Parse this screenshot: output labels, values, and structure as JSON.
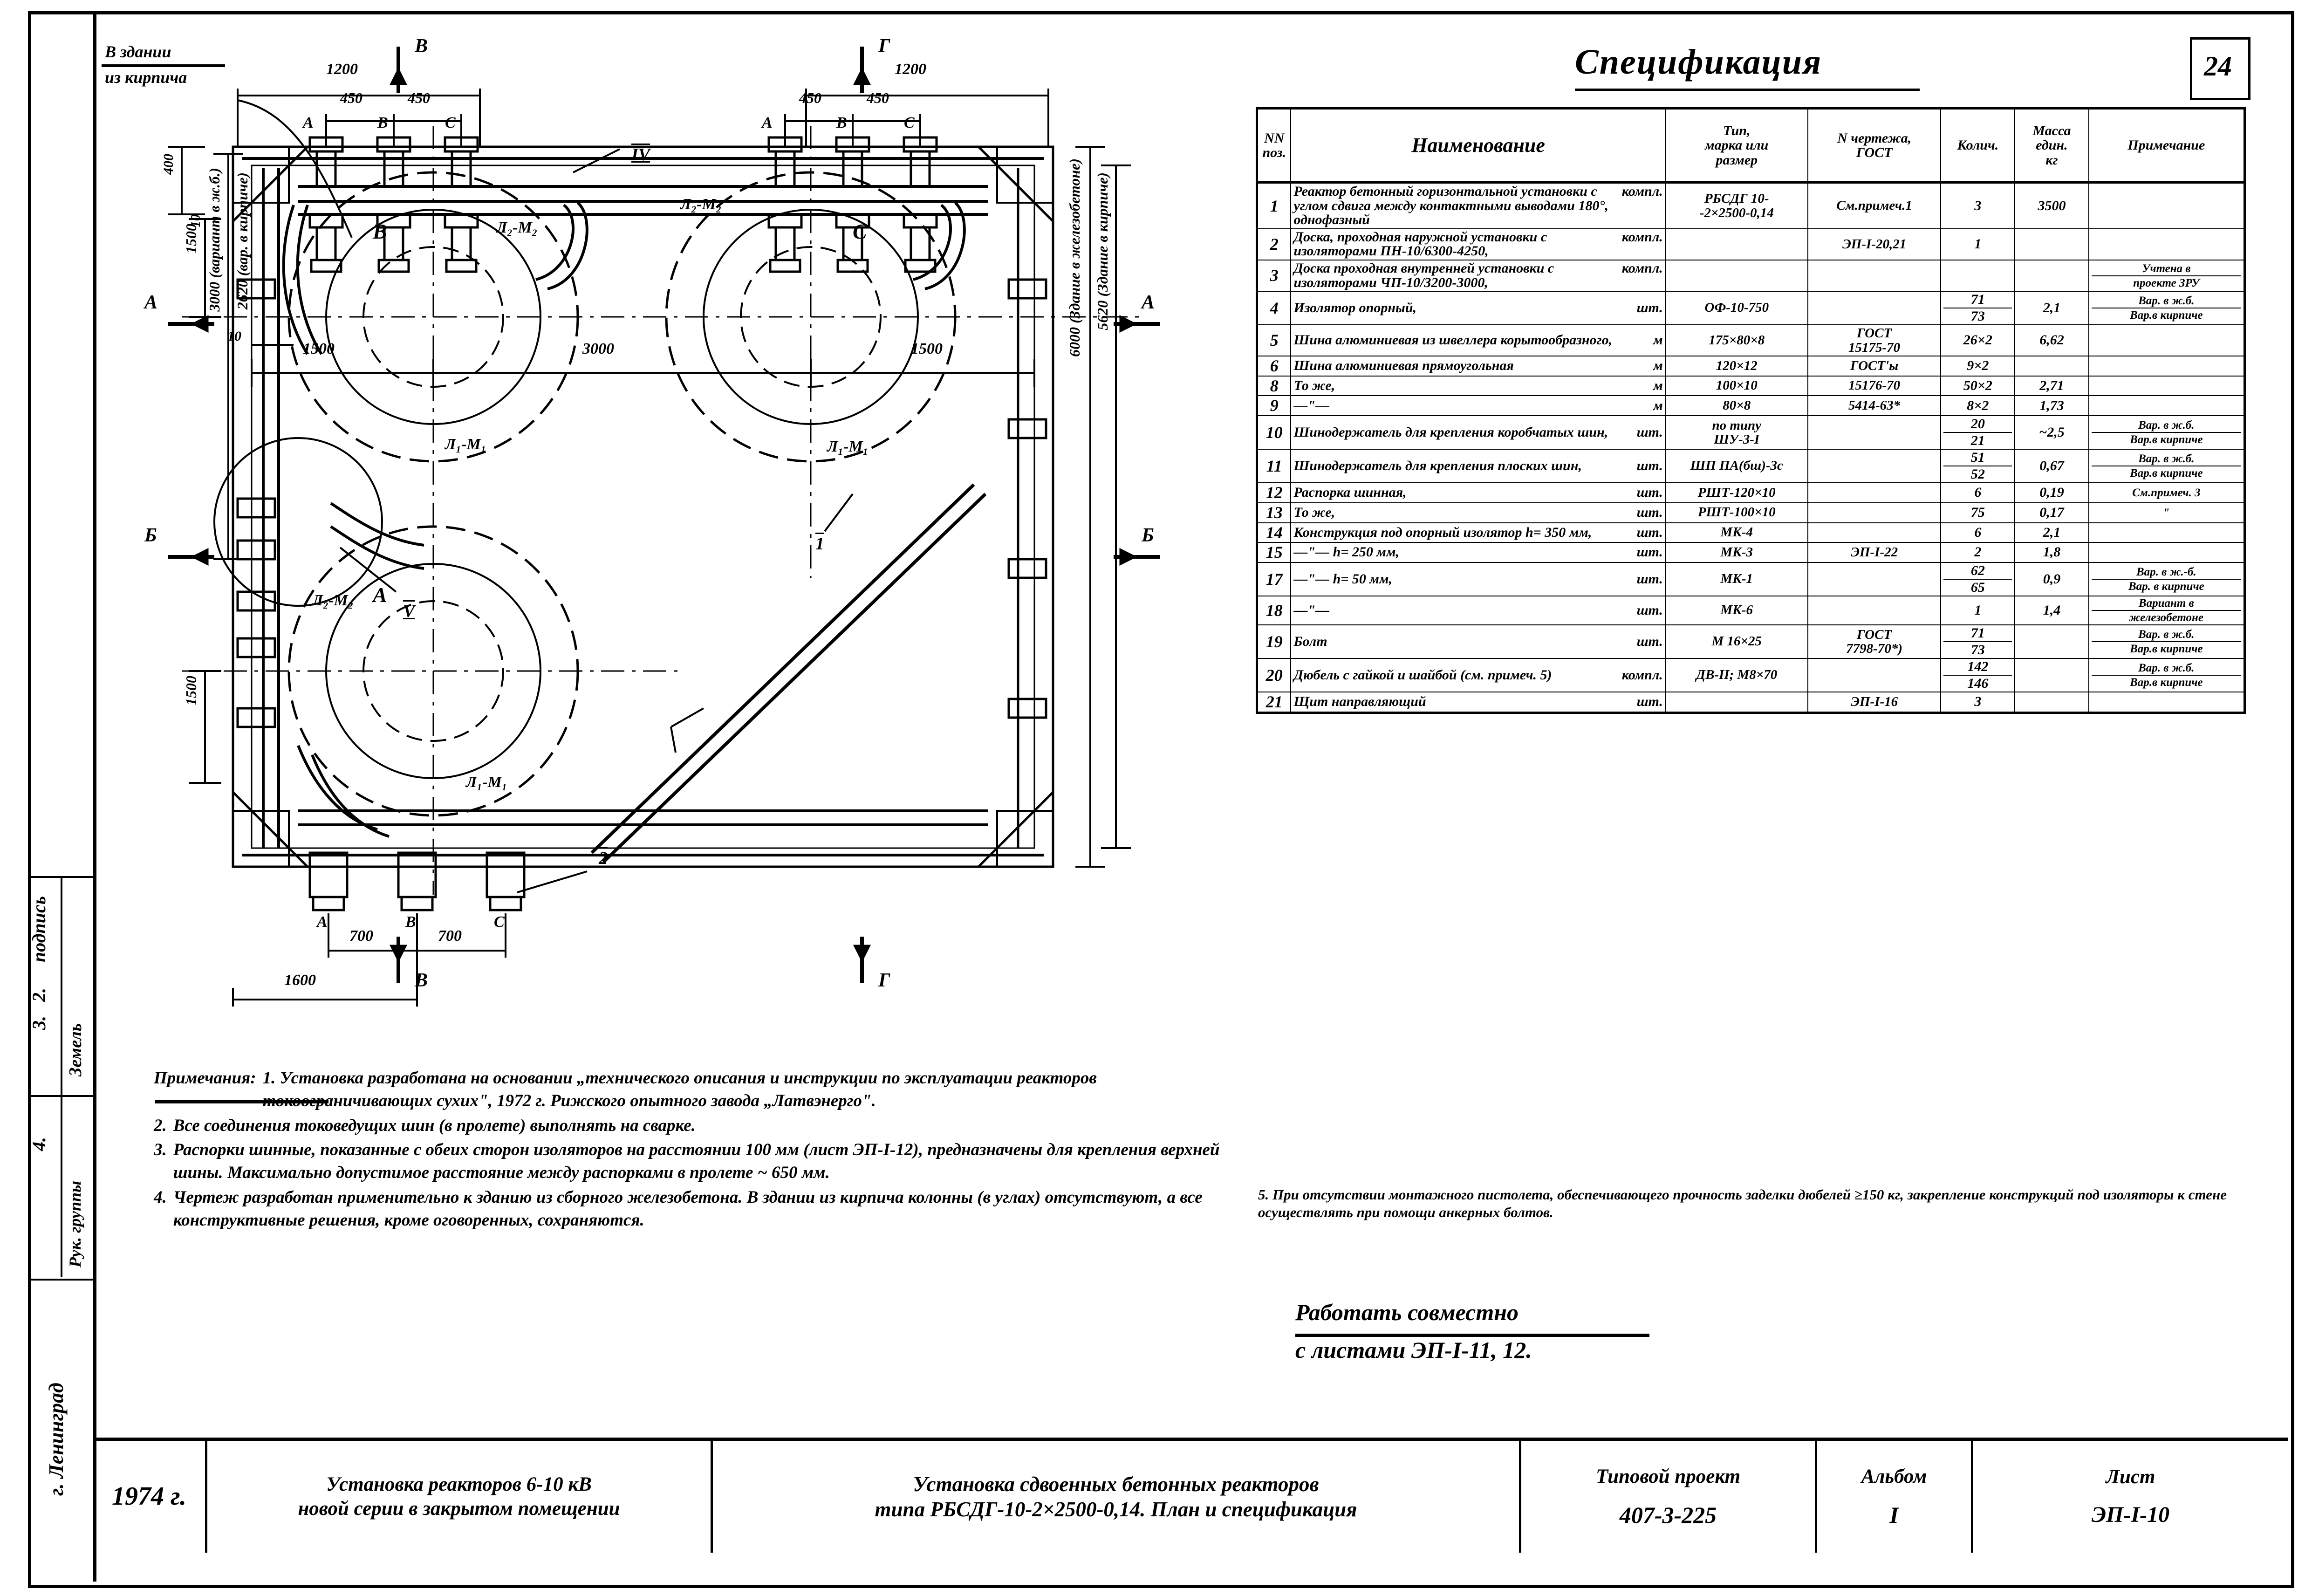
{
  "sheet": {
    "number": "24",
    "spec_title": "Спецификация"
  },
  "left_stamps": {
    "group_head": "Рук. группы",
    "surname": "Земель",
    "signature": "подпись",
    "marks": [
      "2.",
      "3.",
      "4."
    ],
    "city": "г. Ленинград"
  },
  "spec_table": {
    "headers": {
      "pos": "NN\nпоз.",
      "pos_l1": "NN",
      "pos_l2": "поз.",
      "name": "Наименование",
      "type_l1": "Тип,",
      "type_l2": "марка или",
      "type_l3": "размер",
      "draw_l1": "N чертежа,",
      "draw_l2": "ГОСТ",
      "qty": "Колич.",
      "mass_l1": "Масса",
      "mass_l2": "един.",
      "mass_l3": "кг",
      "note": "Примечание"
    },
    "rows": [
      {
        "pos": "1",
        "name": "Реактор бетонный горизонталь­ной  установки  с углом сдвига между  контактными  выводами 180°, однофазный",
        "unit": "компл.",
        "type": "РБСДГ 10-\n-2×2500-0,14",
        "type_l1": "РБСДГ 10-",
        "type_l2": "-2×2500-0,14",
        "draw": "См.примеч.1",
        "qty": "3",
        "mass": "3500",
        "note": ""
      },
      {
        "pos": "2",
        "name": "Доска, проходная наружной ус­тановки  с  изоляторами ПН-10/6300-4250,",
        "unit": "компл.",
        "type": "",
        "draw": "ЭП-I-20,21",
        "qty": "1",
        "mass": "",
        "note": ""
      },
      {
        "pos": "3",
        "name": "Доска проходная внутренней установки с  изоляторами ЧП-10/3200-3000,",
        "unit": "компл.",
        "type": "",
        "draw": "",
        "qty": "",
        "mass": "",
        "note": "Учтена в проекте ЗРУ",
        "note_l1": "Учтена в",
        "note_l2": "проекте ЗРУ"
      },
      {
        "pos": "4",
        "name": "Изолятор  опорный,",
        "unit": "шт.",
        "type": "ОФ-10-750",
        "draw": "",
        "qty_top": "71",
        "qty_bot": "73",
        "mass": "2,1",
        "note_l1": "Вар. в ж.б.",
        "note_l2": "Вар.в кирпиче"
      },
      {
        "pos": "5",
        "name": "Шина  алюминиевая  из швел­лера  корытообразного,",
        "unit": "м",
        "type": "175×80×8",
        "draw_l1": "ГОСТ",
        "draw_l2": "15175-70",
        "qty": "26×2",
        "mass": "6,62",
        "note": ""
      },
      {
        "pos": "6",
        "name": "Шина  алюминиевая прямоугольная",
        "unit": "м",
        "type": "120×12",
        "draw": "ГОСТ'ы",
        "qty": "9×2",
        "mass": "",
        "note": ""
      },
      {
        "pos": "8",
        "name": "То  же,",
        "unit": "м",
        "type": "100×10",
        "draw": "15176-70",
        "qty": "50×2",
        "mass": "2,71",
        "note": ""
      },
      {
        "pos": "9",
        "name": "—\"—",
        "unit": "м",
        "type": "80×8",
        "draw": "5414-63*",
        "qty": "8×2",
        "mass": "1,73",
        "note": ""
      },
      {
        "pos": "10",
        "name": "Шинодержатель  для  крепления коробчатых  шин,",
        "unit": "шт.",
        "type_l1": "по типу",
        "type_l2": "ШУ-3-I",
        "draw": "",
        "qty_top": "20",
        "qty_bot": "21",
        "mass": "~2,5",
        "note_l1": "Вар. в ж.б.",
        "note_l2": "Вар.в кирпиче"
      },
      {
        "pos": "11",
        "name": "Шинодержатель  для  крепления плоских  шин,",
        "unit": "шт.",
        "type": "ШП ПА(бш)-3с",
        "draw": "",
        "qty_top": "51",
        "qty_bot": "52",
        "mass": "0,67",
        "note_l1": "Вар. в ж.б.",
        "note_l2": "Вар.в кирпиче"
      },
      {
        "pos": "12",
        "name": "Распорка   шинная,",
        "unit": "шт.",
        "type": "РШТ-120×10",
        "draw": "",
        "qty": "6",
        "mass": "0,19",
        "note": "См.примеч. 3"
      },
      {
        "pos": "13",
        "name": "То  же,",
        "unit": "шт.",
        "type": "РШТ-100×10",
        "draw": "",
        "qty": "75",
        "mass": "0,17",
        "note": "\""
      },
      {
        "pos": "14",
        "name": "Конструкция  под  опорный изолятор    h= 350 мм,",
        "unit": "шт.",
        "type": "МК-4",
        "draw": "",
        "qty": "6",
        "mass": "2,1",
        "note": ""
      },
      {
        "pos": "15",
        "name": "—\"—        h= 250 мм,",
        "unit": "шт.",
        "type": "МК-3",
        "draw": "ЭП-I-22",
        "qty": "2",
        "mass": "1,8",
        "note": ""
      },
      {
        "pos": "17",
        "name": "—\"—        h= 50 мм,",
        "unit": "шт.",
        "type": "МК-1",
        "draw": "",
        "qty_top": "62",
        "qty_bot": "65",
        "mass": "0,9",
        "note_l1": "Вар. в ж.-б.",
        "note_l2": "Вар. в кирпиче"
      },
      {
        "pos": "18",
        "name": "—\"—",
        "unit": "шт.",
        "type": "МК-6",
        "draw": "",
        "qty": "1",
        "mass": "1,4",
        "note_l1": "Вариант в",
        "note_l2": "железобетоне"
      },
      {
        "pos": "19",
        "name": "Болт",
        "unit": "шт.",
        "type": "М 16×25",
        "draw_l1": "ГОСТ",
        "draw_l2": "7798-70*)",
        "qty_top": "71",
        "qty_bot": "73",
        "mass": "",
        "note_l1": "Вар. в ж.б.",
        "note_l2": "Вар.в кирпиче"
      },
      {
        "pos": "20",
        "name": "Дюбель  с  гайкой  и шайбой  (см. примеч. 5)",
        "unit": "компл.",
        "type": "ДВ-II; М8×70",
        "draw": "",
        "qty_top": "142",
        "qty_bot": "146",
        "mass": "",
        "note_l1": "Вар. в ж.б.",
        "note_l2": "Вар.в кирпиче"
      },
      {
        "pos": "21",
        "name": "Щит   направляющий",
        "unit": "шт.",
        "type": "",
        "draw": "ЭП-I-16",
        "qty": "3",
        "mass": "",
        "note": ""
      }
    ],
    "note5": "5. При отсутствии монтажного пистолета, обеспечивающего прочность заделки дюбелей ≥150 кг, закрепление конструкций под изоляторы к стене осуществлять при помощи анкерных болтов."
  },
  "work_together": {
    "line1": "Работать совместно",
    "line2": "с листами ЭП-I-11, 12."
  },
  "notes": {
    "label": "Примечания:",
    "items": [
      {
        "num": "1.",
        "text": "Установка разработана на основании „технического описания и инструкции по эксплуатации реакторов токоограничивающих сухих\", 1972 г. Рижского опытного завода „Латвэнерго\"."
      },
      {
        "num": "2.",
        "text": "Все соединения токоведущих шин (в пролете) выполнять на сварке."
      },
      {
        "num": "3.",
        "text": "Распорки шинные, показанные с обеих сторон изоляторов на расстоянии 100 мм (лист ЭП-I-12), предназначены для крепления верхней шины. Максимально допустимое расстояние между распорками в пролете ~ 650 мм."
      },
      {
        "num": "4.",
        "text": "Чертеж разработан применительно к зданию из сборного железобетона. В здании из кирпича колонны (в углах) отсутствуют, а все конструктивные решения, кроме оговоренных, сохраняются."
      }
    ]
  },
  "title_block": {
    "year": "1974 г.",
    "object_l1": "Установка реакторов 6-10 кВ",
    "object_l2": "новой серии в закрытом помещении",
    "name_l1": "Установка сдвоенных бетонных реакторов",
    "name_l2": "типа РБСДГ-10-2×2500-0,14. План и спецификация",
    "project_label": "Типовой проект",
    "project_value": "407-3-225",
    "album_label": "Альбом",
    "album_value": "I",
    "list_label": "Лист",
    "list_value": "ЭП-I-10"
  },
  "drawing": {
    "callout_building": "В здании\nиз кирпича",
    "callout_building_l1": "В здании",
    "callout_building_l2": "из кирпича",
    "dims_top": [
      "1200",
      "450",
      "450",
      "1200",
      "450",
      "450"
    ],
    "dims_bottom": [
      "700",
      "700",
      "1600"
    ],
    "dims_left": [
      "400",
      "1500",
      "1500",
      "3000 (вариант в ж.б.)",
      "2620 (вар. в кирпиче)",
      "10"
    ],
    "dim_left_400": "400",
    "dim_left_10": "10",
    "dim_left_1500a": "1500",
    "dim_left_1500b": "1500",
    "dim_left_3000": "3000 (вариант в ж.б.)",
    "dim_left_2620": "2620 (вар. в кирпиче)",
    "dims_center": [
      "1500",
      "3000",
      "1500"
    ],
    "dim_right_6000": "6000 (Здание в железобетоне)",
    "dim_right_5620": "5620 (Здание в кирпиче)",
    "phases": [
      "A",
      "B",
      "C"
    ],
    "reactor_labels": [
      "B",
      "C",
      "A"
    ],
    "winding_labels": [
      "Л₂-М₂",
      "Л₂-М₂",
      "Л₁-М₁",
      "Л₁-М₁",
      "Л₁-М₁",
      "Л₂-М₂"
    ],
    "section_marks": [
      "А",
      "Б",
      "В",
      "Г"
    ],
    "item_refs": [
      "IV",
      "V",
      "1",
      "2",
      "10"
    ]
  }
}
